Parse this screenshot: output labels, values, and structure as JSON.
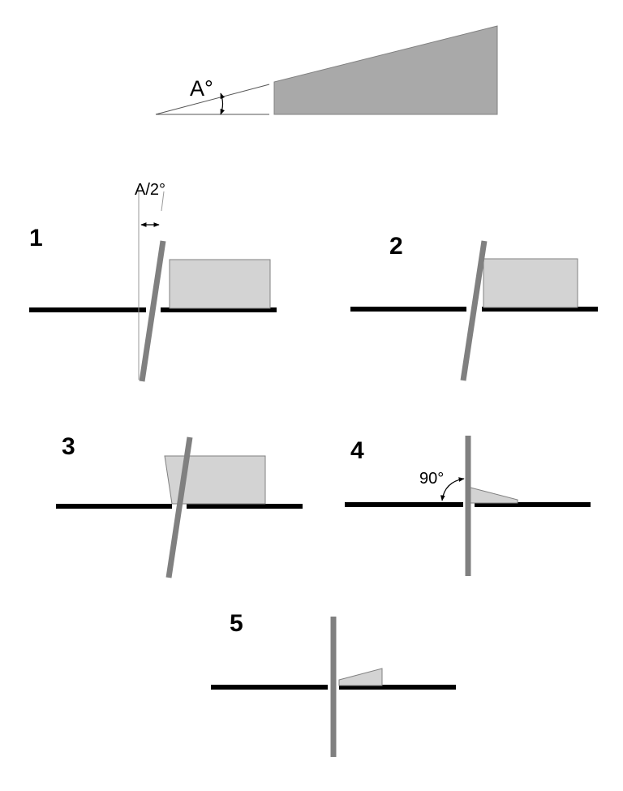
{
  "top_figure": {
    "angle_label": "A°"
  },
  "steps": [
    {
      "number": "1",
      "annotation": "A/2°"
    },
    {
      "number": "2"
    },
    {
      "number": "3"
    },
    {
      "number": "4",
      "annotation": "90°"
    },
    {
      "number": "5"
    }
  ],
  "colors": {
    "line": "#000000",
    "blade": "#808080",
    "wedge_dark": "#a9a9a9",
    "block_light": "#d3d3d3",
    "outline": "#808080"
  }
}
